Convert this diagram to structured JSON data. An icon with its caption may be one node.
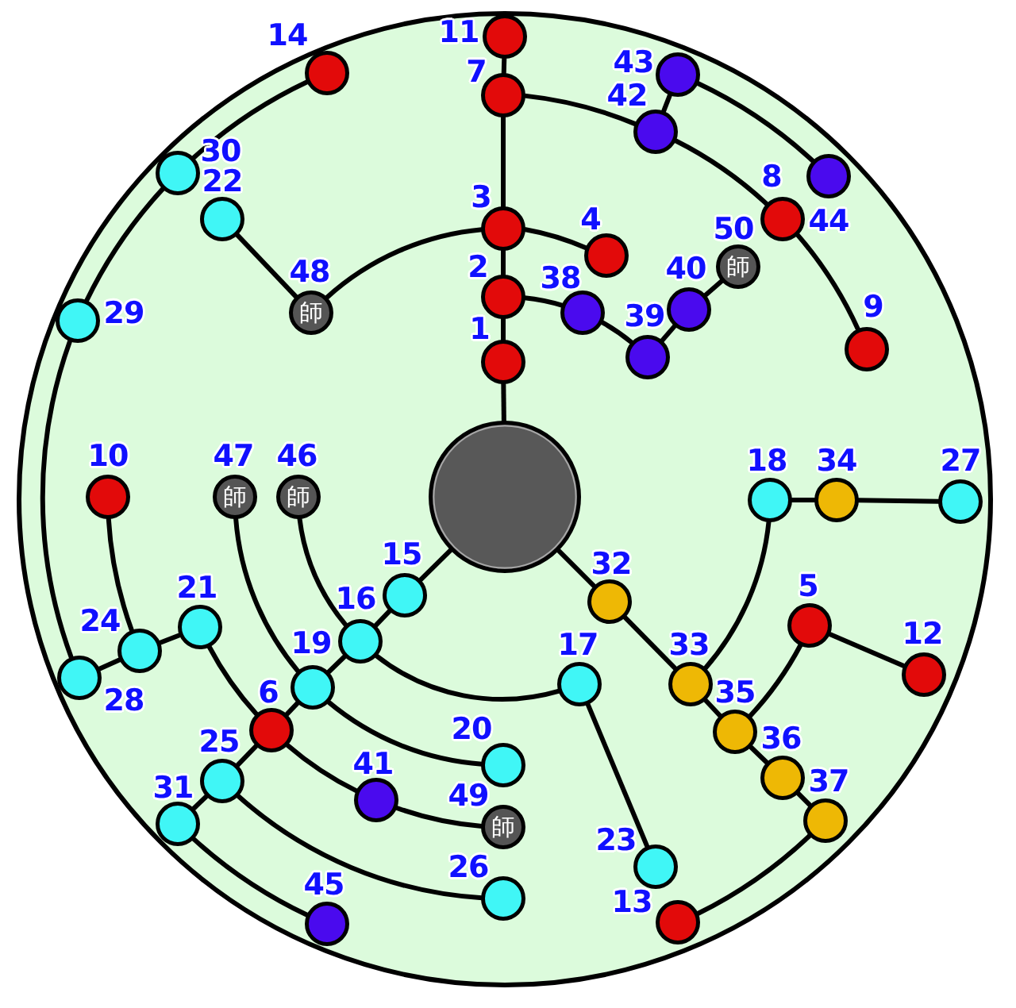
{
  "diagram": {
    "nodes": [
      {
        "text": [],
        "shape": "circle"
      },
      {
        "text": [],
        "shape": "circle",
        "beside": [
          "1"
        ]
      },
      {
        "text": [],
        "shape": "circle",
        "beside": [
          "2"
        ]
      },
      {
        "text": [],
        "shape": "circle",
        "beside": [
          "3"
        ]
      },
      {
        "text": [],
        "shape": "circle",
        "beside": [
          "4"
        ]
      },
      {
        "text": [],
        "shape": "circle",
        "beside": [
          "5"
        ]
      },
      {
        "text": [],
        "shape": "circle",
        "beside": [
          "6"
        ]
      },
      {
        "text": [],
        "shape": "circle",
        "beside": [
          "7"
        ]
      },
      {
        "text": [],
        "shape": "circle",
        "beside": [
          "8"
        ]
      },
      {
        "text": [],
        "shape": "circle",
        "beside": [
          "9"
        ]
      },
      {
        "text": [],
        "shape": "circle",
        "beside": [
          "10"
        ]
      },
      {
        "text": [],
        "shape": "circle",
        "beside": [
          "11"
        ]
      },
      {
        "text": [],
        "shape": "circle",
        "beside": [
          "12"
        ]
      },
      {
        "text": [],
        "shape": "circle",
        "beside": [
          "13"
        ]
      },
      {
        "text": [],
        "shape": "circle",
        "beside": [
          "14"
        ]
      },
      {
        "text": [],
        "shape": "circle",
        "beside": [
          "15"
        ]
      },
      {
        "text": [],
        "shape": "circle",
        "beside": [
          "16"
        ]
      },
      {
        "text": [],
        "shape": "circle",
        "beside": [
          "17"
        ]
      },
      {
        "text": [],
        "shape": "circle",
        "beside": [
          "18"
        ]
      },
      {
        "text": [],
        "shape": "circle",
        "beside": [
          "19"
        ]
      },
      {
        "text": [],
        "shape": "circle",
        "beside": [
          "20"
        ]
      },
      {
        "text": [],
        "shape": "circle",
        "beside": [
          "21"
        ]
      },
      {
        "text": [],
        "shape": "circle",
        "beside": [
          "22"
        ]
      },
      {
        "text": [],
        "shape": "circle",
        "beside": [
          "23"
        ]
      },
      {
        "text": [],
        "shape": "circle",
        "beside": [
          "24"
        ]
      },
      {
        "text": [],
        "shape": "circle",
        "beside": [
          "25"
        ]
      },
      {
        "text": [],
        "shape": "circle",
        "beside": [
          "26"
        ]
      },
      {
        "text": [],
        "shape": "circle",
        "beside": [
          "27"
        ]
      },
      {
        "text": [],
        "shape": "circle",
        "beside": [
          "28"
        ]
      },
      {
        "text": [],
        "shape": "circle",
        "beside": [
          "29"
        ]
      },
      {
        "text": [],
        "shape": "circle",
        "beside": [
          "30"
        ]
      },
      {
        "text": [],
        "shape": "circle",
        "beside": [
          "31"
        ]
      },
      {
        "text": [],
        "shape": "circle",
        "beside": [
          "32"
        ]
      },
      {
        "text": [],
        "shape": "circle",
        "beside": [
          "33"
        ]
      },
      {
        "text": [],
        "shape": "circle",
        "beside": [
          "34"
        ]
      },
      {
        "text": [],
        "shape": "circle",
        "beside": [
          "35"
        ]
      },
      {
        "text": [],
        "shape": "circle",
        "beside": [
          "36"
        ]
      },
      {
        "text": [],
        "shape": "circle",
        "beside": [
          "37"
        ]
      },
      {
        "text": [],
        "shape": "circle",
        "beside": [
          "38"
        ]
      },
      {
        "text": [],
        "shape": "circle",
        "beside": [
          "39"
        ]
      },
      {
        "text": [],
        "shape": "circle",
        "beside": [
          "40"
        ]
      },
      {
        "text": [],
        "shape": "circle",
        "beside": [
          "41"
        ]
      },
      {
        "text": [],
        "shape": "circle",
        "beside": [
          "42"
        ]
      },
      {
        "text": [],
        "shape": "circle",
        "beside": [
          "43"
        ]
      },
      {
        "text": [],
        "shape": "circle",
        "beside": [
          "44"
        ]
      },
      {
        "text": [],
        "shape": "circle",
        "beside": [
          "45"
        ]
      },
      {
        "text": [
          "師"
        ],
        "beside": [
          "46"
        ]
      },
      {
        "text": [
          "師"
        ],
        "beside": [
          "47"
        ]
      },
      {
        "text": [
          "師"
        ],
        "beside": [
          "48"
        ]
      },
      {
        "text": [
          "師"
        ],
        "beside": [
          "49"
        ]
      },
      {
        "text": [
          "師"
        ],
        "beside": [
          "50"
        ]
      }
    ],
    "edges": [
      {
        "from": 0,
        "to": 1,
        "arrow": "none"
      },
      {
        "from": 1,
        "to": 2,
        "arrow": "none"
      },
      {
        "from": 2,
        "to": 3,
        "arrow": "none"
      },
      {
        "from": 3,
        "to": 7,
        "arrow": "none"
      },
      {
        "from": 7,
        "to": 11,
        "arrow": "none"
      },
      {
        "from": 2,
        "to": 38,
        "arrow": "none"
      },
      {
        "from": 38,
        "to": 39,
        "arrow": "none"
      },
      {
        "from": 39,
        "to": 40,
        "arrow": "none"
      },
      {
        "from": 40,
        "to": 50,
        "arrow": "none"
      },
      {
        "from": 3,
        "to": 4,
        "arrow": "none"
      },
      {
        "from": 3,
        "to": 48,
        "arrow": "none"
      },
      {
        "from": 48,
        "to": 22,
        "arrow": "none"
      },
      {
        "from": 7,
        "to": 42,
        "arrow": "none"
      },
      {
        "from": 42,
        "to": 43,
        "arrow": "none"
      },
      {
        "from": 43,
        "to": 44,
        "arrow": "none"
      },
      {
        "from": 42,
        "to": 8,
        "arrow": "none"
      },
      {
        "from": 8,
        "to": 9,
        "arrow": "none"
      },
      {
        "from": 14,
        "to": 30,
        "arrow": "none"
      },
      {
        "from": 30,
        "to": 29,
        "arrow": "none"
      },
      {
        "from": 29,
        "to": 28,
        "arrow": "none"
      },
      {
        "from": 28,
        "to": 24,
        "arrow": "none"
      },
      {
        "from": 24,
        "to": 10,
        "arrow": "none"
      },
      {
        "from": 24,
        "to": 21,
        "arrow": "none"
      },
      {
        "from": 21,
        "to": 6,
        "arrow": "none"
      },
      {
        "from": 0,
        "to": 15,
        "arrow": "none"
      },
      {
        "from": 15,
        "to": 16,
        "arrow": "none"
      },
      {
        "from": 16,
        "to": 19,
        "arrow": "none"
      },
      {
        "from": 19,
        "to": 6,
        "arrow": "none"
      },
      {
        "from": 6,
        "to": 25,
        "arrow": "none"
      },
      {
        "from": 25,
        "to": 31,
        "arrow": "none"
      },
      {
        "from": 16,
        "to": 46,
        "arrow": "none"
      },
      {
        "from": 16,
        "to": 17,
        "arrow": "none"
      },
      {
        "from": 17,
        "to": 23,
        "arrow": "none"
      },
      {
        "from": 19,
        "to": 47,
        "arrow": "none"
      },
      {
        "from": 19,
        "to": 20,
        "arrow": "none"
      },
      {
        "from": 6,
        "to": 41,
        "arrow": "none"
      },
      {
        "from": 41,
        "to": 49,
        "arrow": "none"
      },
      {
        "from": 25,
        "to": 26,
        "arrow": "none"
      },
      {
        "from": 31,
        "to": 45,
        "arrow": "none"
      },
      {
        "from": 0,
        "to": 32,
        "arrow": "none"
      },
      {
        "from": 32,
        "to": 33,
        "arrow": "none"
      },
      {
        "from": 33,
        "to": 35,
        "arrow": "none"
      },
      {
        "from": 35,
        "to": 36,
        "arrow": "none"
      },
      {
        "from": 36,
        "to": 37,
        "arrow": "none"
      },
      {
        "from": 37,
        "to": 13,
        "arrow": "none"
      },
      {
        "from": 33,
        "to": 18,
        "arrow": "none"
      },
      {
        "from": 18,
        "to": 34,
        "arrow": "none"
      },
      {
        "from": 34,
        "to": 27,
        "arrow": "none"
      },
      {
        "from": 35,
        "to": 5,
        "arrow": "none"
      },
      {
        "from": 5,
        "to": 12,
        "arrow": "none"
      }
    ]
  }
}
